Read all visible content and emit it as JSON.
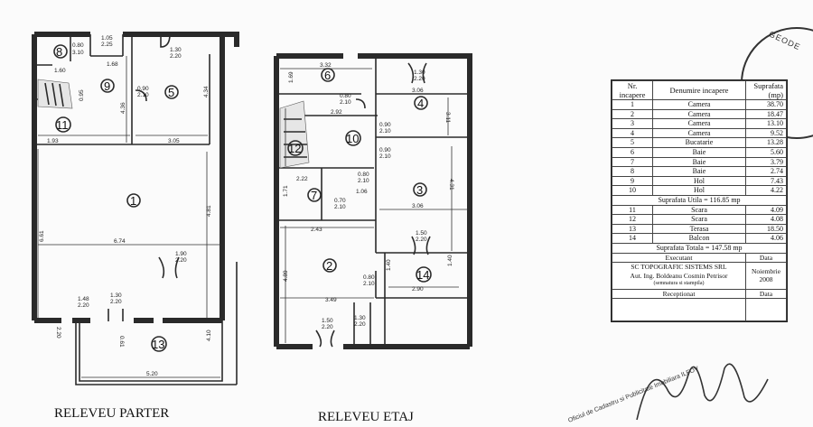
{
  "plan_parter": {
    "title": "RELEVEU PARTER",
    "rooms": [
      "8",
      "9",
      "5",
      "11",
      "1",
      "13"
    ],
    "dims": [
      "0.80",
      "3.10",
      "1.05",
      "2.25",
      "1.30",
      "2.20",
      "1.60",
      "1.68",
      "0.90",
      "2.10",
      "0.95",
      "1.93",
      "3.05",
      "4.34",
      "4.36",
      "6.74",
      "6.61",
      "4.81",
      "1.90",
      "2.20",
      "1.48",
      "2.20",
      "1.30",
      "2.20",
      "4.10",
      "5.20",
      "0.61",
      "2.20"
    ]
  },
  "plan_etaj": {
    "title": "RELEVEU ETAJ",
    "rooms": [
      "6",
      "4",
      "10",
      "12",
      "7",
      "3",
      "2",
      "14"
    ],
    "dims": [
      "3.32",
      "1.30",
      "2.20",
      "0.80",
      "2.10",
      "3.06",
      "3.11",
      "2.92",
      "0.90",
      "2.10",
      "0.90",
      "2.10",
      "2.22",
      "0.80",
      "2.10",
      "1.71",
      "1.06",
      "0.70",
      "2.10",
      "3.06",
      "4.31",
      "2.43",
      "1.50",
      "2.20",
      "2.90",
      "1.40",
      "0.80",
      "2.10",
      "3.49",
      "4.89",
      "1.50",
      "2.20",
      "1.30",
      "2.20",
      "1.69",
      "1.40"
    ]
  },
  "legend": {
    "header": {
      "nr": "Nr. incapere",
      "denumire": "Denumire incapere",
      "suprafata": "Suprafata (mp)"
    },
    "rows_a": [
      {
        "nr": "1",
        "den": "Camera",
        "sup": "38.70"
      },
      {
        "nr": "2",
        "den": "Camera",
        "sup": "18.47"
      },
      {
        "nr": "3",
        "den": "Camera",
        "sup": "13.10"
      },
      {
        "nr": "4",
        "den": "Camera",
        "sup": "9.52"
      },
      {
        "nr": "5",
        "den": "Bucatarie",
        "sup": "13.28"
      },
      {
        "nr": "6",
        "den": "Baie",
        "sup": "5.60"
      },
      {
        "nr": "7",
        "den": "Baie",
        "sup": "3.79"
      },
      {
        "nr": "8",
        "den": "Baie",
        "sup": "2.74"
      },
      {
        "nr": "9",
        "den": "Hol",
        "sup": "7.43"
      },
      {
        "nr": "10",
        "den": "Hol",
        "sup": "4.22"
      }
    ],
    "utila": "Suprafata Utila = 116.85 mp",
    "rows_b": [
      {
        "nr": "11",
        "den": "Scara",
        "sup": "4.09"
      },
      {
        "nr": "12",
        "den": "Scara",
        "sup": "4.08"
      },
      {
        "nr": "13",
        "den": "Terasa",
        "sup": "18.50"
      },
      {
        "nr": "14",
        "den": "Balcon",
        "sup": "4.06"
      }
    ],
    "totala": "Suprafata Totala = 147.58 mp",
    "executant_label": "Executant",
    "data_label": "Data",
    "company": "SC TOPOGRAFIC SISTEMS SRL",
    "author": "Aut. Ing. Boldeanu Cosmin Petrisor",
    "author_note": "(semnatura si stampila)",
    "date": "Noiembrie 2008",
    "receptionat_label": "Receptionat",
    "data2_label": "Data"
  },
  "stamp": {
    "text": "GEODE"
  },
  "signature": {
    "text": "Oficiul de Cadastru si Publicitate Imobiliara ILFOV"
  }
}
